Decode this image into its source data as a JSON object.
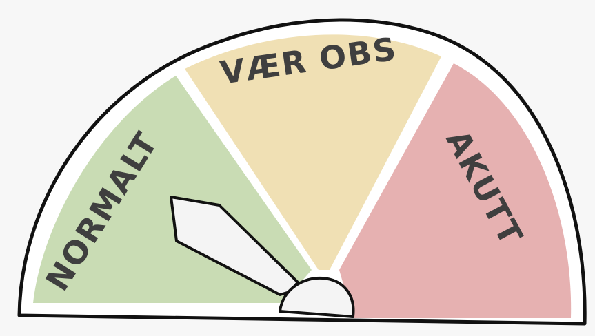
{
  "gauge": {
    "segments": [
      {
        "id": "normal",
        "label": "NORMALT",
        "color": "#c9dcb4"
      },
      {
        "id": "alert",
        "label": "VÆR OBS",
        "color": "#f0e0b4"
      },
      {
        "id": "acute",
        "label": "AKUTT",
        "color": "#e6b1b1"
      }
    ],
    "needle_state": "NORMALT",
    "outline_color": "#111111",
    "face_color": "#ffffff",
    "needle_color": "#f4f4f4"
  }
}
